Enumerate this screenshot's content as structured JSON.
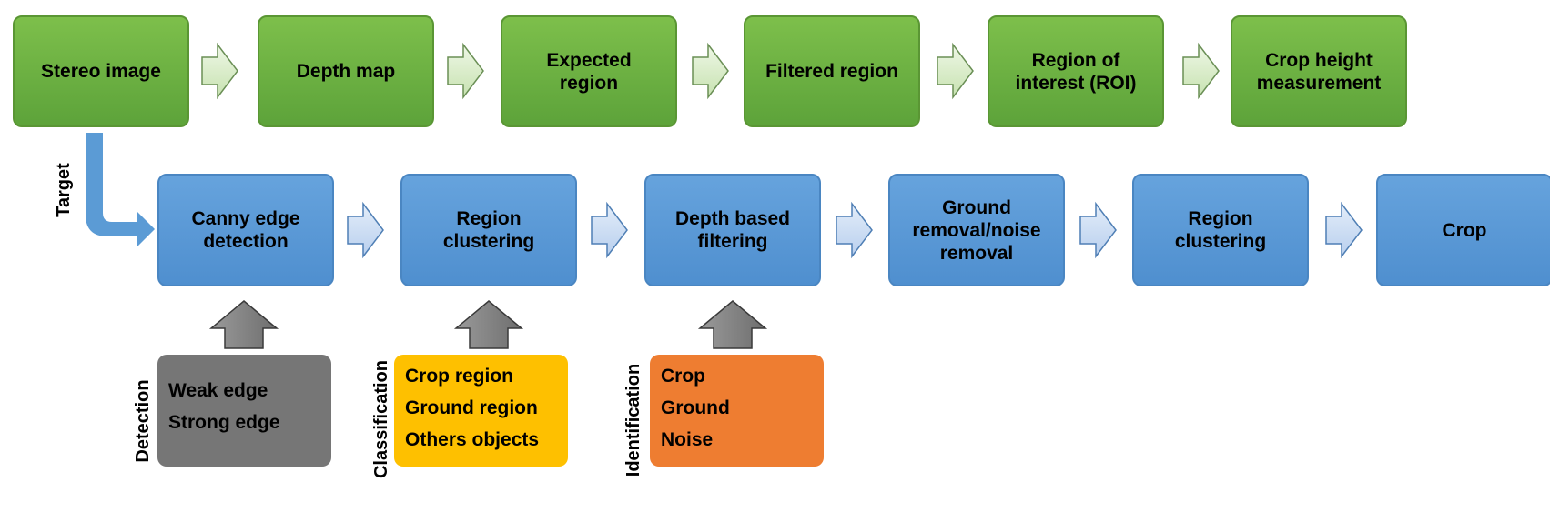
{
  "top_row": [
    {
      "label": "Stereo image"
    },
    {
      "label": "Depth map"
    },
    {
      "label": "Expected\nregion"
    },
    {
      "label": "Filtered region"
    },
    {
      "label": "Region of\ninterest (ROI)"
    },
    {
      "label": "Crop height\nmeasurement"
    }
  ],
  "bottom_row": [
    {
      "label": "Canny edge\ndetection"
    },
    {
      "label": "Region\nclustering"
    },
    {
      "label": "Depth based\nfiltering"
    },
    {
      "label": "Ground\nremoval/noise\nremoval"
    },
    {
      "label": "Region\nclustering"
    },
    {
      "label": "Crop"
    }
  ],
  "target_label": "Target",
  "detection": {
    "label": "Detection",
    "items": [
      "Weak edge",
      "Strong edge"
    ]
  },
  "classification": {
    "label": "Classification",
    "items": [
      "Crop region",
      "Ground region",
      "Others objects"
    ]
  },
  "identification": {
    "label": "Identification",
    "items": [
      "Crop",
      "Ground",
      "Noise"
    ]
  },
  "colors": {
    "green_box": "#6ab042",
    "blue_box": "#5b9bd5",
    "gray_box": "#767676",
    "yellow_box": "#fec000",
    "orange_box": "#ee7d31",
    "green_arrow": "#d9ecc9",
    "blue_arrow": "#c6d9f1",
    "gray_arrow": "#8c8c8c"
  }
}
